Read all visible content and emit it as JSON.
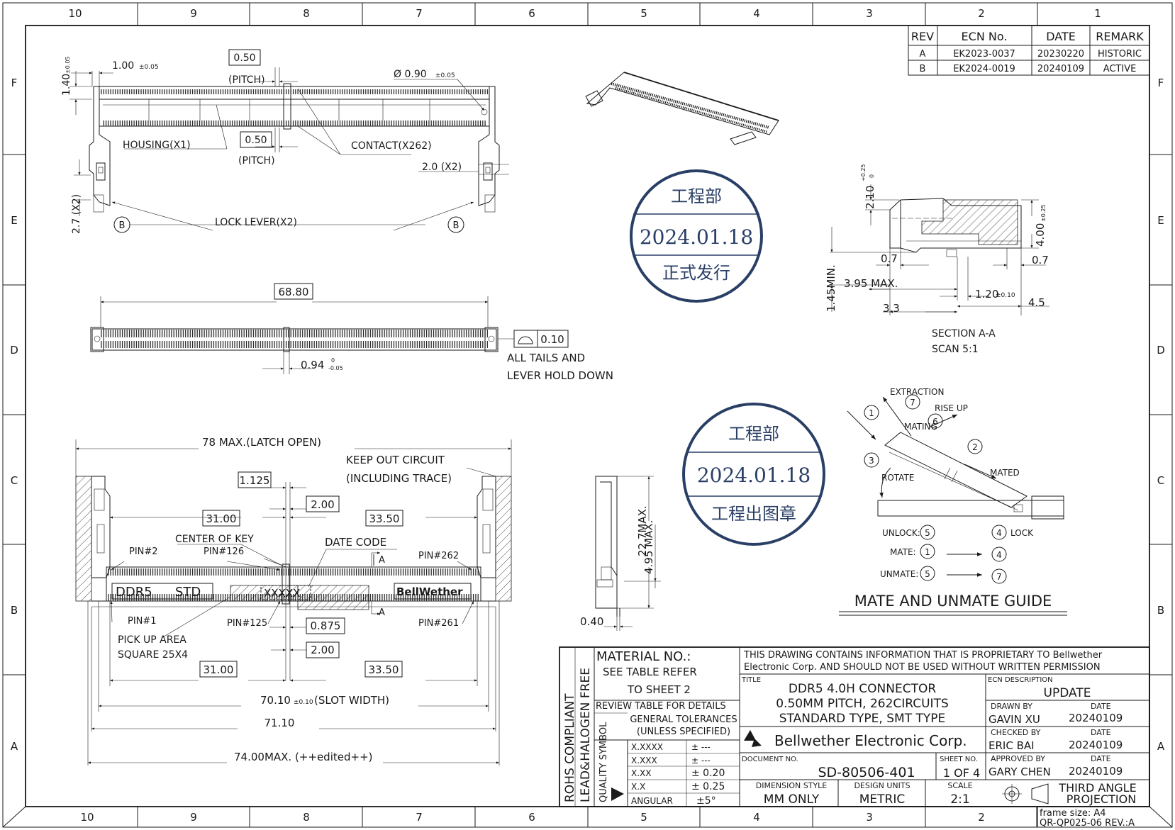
{
  "frame": {
    "top_zones": [
      "10",
      "9",
      "8",
      "7",
      "6",
      "5",
      "4",
      "3",
      "2",
      "1"
    ],
    "bottom_zones": [
      "10",
      "9",
      "8",
      "7",
      "6",
      "5",
      "4",
      "3",
      "2",
      "1"
    ],
    "side_zones": [
      "F",
      "E",
      "D",
      "C",
      "B",
      "A"
    ]
  },
  "revision_table": {
    "headers": [
      "REV",
      "ECN No.",
      "DATE",
      "REMARK"
    ],
    "rows": [
      [
        "A",
        "EK2023-0037",
        "20230220",
        "HISTORIC"
      ],
      [
        "B",
        "EK2024-0019",
        "20240109",
        "ACTIVE"
      ]
    ]
  },
  "top_view": {
    "dim_100": "1.00",
    "dim_100_tol": "±0.05",
    "dim_140": "1.40",
    "dim_140_tol": "±0.05",
    "pitch_top": "0.50",
    "pitch_top_label": "(PITCH)",
    "phi": "Ø 0.90",
    "phi_tol": "±0.05",
    "pitch_mid": "0.50",
    "pitch_mid_label": "(PITCH)",
    "housing": "HOUSING(X1)",
    "contact": "CONTACT(X262)",
    "dim_20": "2.0 (X2)",
    "dim_27": "2.7 (X2)",
    "lock_lever": "LOCK LEVER(X2)",
    "b_left": "B",
    "b_right": "B"
  },
  "side_view": {
    "dim_6880": "68.80",
    "flat_val": "0.10",
    "note1": "ALL TAILS AND",
    "note2": "LEVER HOLD DOWN",
    "dim_094": "0.94",
    "dim_094_up": "0",
    "dim_094_dn": "-0.05"
  },
  "bottom_view": {
    "latch_open": "78 MAX.(LATCH OPEN)",
    "keepout1": "KEEP OUT CIRCUIT",
    "keepout2": "(INCLUDING TRACE)",
    "d1125": "1.125",
    "d200a": "2.00",
    "d3100a": "31.00",
    "d3350a": "33.50",
    "center_key": "CENTER OF KEY",
    "date_code": "DATE CODE",
    "pin2": "PIN#2",
    "pin126": "PIN#126",
    "pin262": "PIN#262",
    "arrow_a1": "A",
    "arrow_a2": "A",
    "ddr5": "DDR5",
    "std": "STD",
    "xxxxx": "XXXXX",
    "brand_logo": "BellWether",
    "pin1": "PIN#1",
    "pin125": "PIN#125",
    "pin261": "PIN#261",
    "d0875": "0.875",
    "d200b": "2.00",
    "pickup1": "PICK UP AREA",
    "pickup2": "SQUARE 25X4",
    "d3100b": "31.00",
    "d3350b": "33.50",
    "slot": "70.10",
    "slot_tol": "±0.10",
    "slot_label": "(SLOT WIDTH)",
    "d7110": "71.10",
    "d7400": "74.00MAX. (++edited++)"
  },
  "end_view": {
    "d227": "22.7MAX.",
    "d495": "4.95 MAX.",
    "d040": "0.40"
  },
  "section": {
    "d210": "2.10",
    "d210_tol_up": "+0.25",
    "d210_tol_dn": "0",
    "d400": "4.00",
    "d400_tol": "±0.25",
    "d07a": "0.7",
    "d07b": "0.7",
    "d145": "1.45MIN.",
    "d395": "3.95 MAX.",
    "d120": "1.20",
    "d120_tol": "±0.10",
    "d45": "4.5",
    "d33": "3.3",
    "title1": "SECTION A-A",
    "title2": "SCAN 5:1"
  },
  "guide": {
    "extraction": "EXTRACTION",
    "rise_up": "RISE UP",
    "mating": "MATING",
    "mated": "MATED",
    "rotate": "ROTATE",
    "n1": "1",
    "n2": "2",
    "n3": "3",
    "n6": "6",
    "n7": "7",
    "unlock": "UNLOCK:",
    "unlock_n": "5",
    "lock_n": "4",
    "lock": "LOCK",
    "mate": "MATE:",
    "mate_a": "1",
    "mate_b": "4",
    "unmate": "UNMATE:",
    "unmate_a": "5",
    "unmate_b": "7",
    "title": "MATE AND UNMATE GUIDE"
  },
  "stamp1": {
    "top": "工程部",
    "date": "2024.01.18",
    "bottom": "正式发行",
    "color": "#2a3f66"
  },
  "stamp2": {
    "top": "工程部",
    "date": "2024.01.18",
    "bottom": "工程出图章",
    "color": "#2a3f66"
  },
  "title_block": {
    "rohs": "ROHS COMPLIANT",
    "halogen": "LEAD&HALOGEN FREE",
    "quality": "QUALITY SYMBOL",
    "material_title": "MATERIAL NO.:",
    "material_1": "SEE TABLE REFER",
    "material_2": "TO SHEET 2",
    "material_3": "REVIEW TABLE FOR DETAILS",
    "gen_tol_1": "GENERAL TOLERANCES",
    "gen_tol_2": "(UNLESS SPECIFIED)",
    "tolerances": [
      [
        "X.XXXX",
        "± ---"
      ],
      [
        "X.XXX",
        "± ---"
      ],
      [
        "X.XX",
        "± 0.20"
      ],
      [
        "X.X",
        "± 0.25"
      ],
      [
        "ANGULAR",
        "±5°"
      ]
    ],
    "proprietary_1": "THIS DRAWING CONTAINS INFORMATION THAT IS PROPRIETARY TO Bellwether",
    "proprietary_2": "Electronic Corp. AND SHOULD NOT BE USED WITHOUT WRITTEN PERMISSION",
    "title_label": "TITLE",
    "title_1": "DDR5 4.0H CONNECTOR",
    "title_2": "0.50MM PITCH, 262CIRCUITS",
    "title_3": "STANDARD TYPE, SMT TYPE",
    "company": "Bellwether Electronic Corp.",
    "doc_label": "DOCUMENT NO.",
    "doc_no": "SD-80506-401",
    "sheet_label": "SHEET NO.",
    "sheet_no": "1 OF 4",
    "ecn_label": "ECN DESCRIPTION",
    "ecn_value": "UPDATE",
    "drawn_label": "DRAWN BY",
    "drawn_by": "GAVIN XU",
    "checked_label": "CHECKED BY",
    "checked_by": "ERIC BAI",
    "approved_label": "APPROVED BY",
    "approved_by": "GARY CHEN",
    "date_label": "DATE",
    "drawn_date": "20240109",
    "checked_date": "20240109",
    "approved_date": "20240109",
    "dim_style_label": "DIMENSION STYLE",
    "dim_style": "MM ONLY",
    "units_label": "DESIGN UNITS",
    "units": "METRIC",
    "scale_label": "SCALE",
    "scale": "2:1",
    "projection_1": "THIRD ANGLE",
    "projection_2": "PROJECTION",
    "frame_size": "frame size: A4",
    "form_no": "QR-QP025-06 REV.:A"
  }
}
